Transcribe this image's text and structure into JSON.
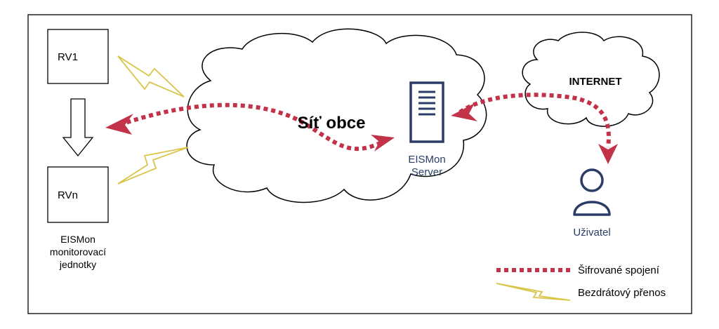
{
  "units": {
    "first_label": "RV1",
    "last_label": "RVn",
    "caption_lines": [
      "EISMon",
      "monitorovací",
      "jednotky"
    ]
  },
  "network": {
    "local_label": "Síť obce",
    "internet_label": "INTERNET"
  },
  "server": {
    "label_lines": [
      "EISMon",
      "Server"
    ]
  },
  "user": {
    "label": "Uživatel"
  },
  "legend": {
    "encrypted_label": "Šifrované spojení",
    "wireless_label": "Bezdrátový přenos"
  },
  "colors": {
    "encrypted": "#c2334a",
    "wireless": "#d9c54a",
    "server_user": "#2b3d66",
    "frame": "#000000"
  },
  "icons": {
    "server": "server-icon",
    "user": "user-icon",
    "wireless": "lightning-icon"
  }
}
